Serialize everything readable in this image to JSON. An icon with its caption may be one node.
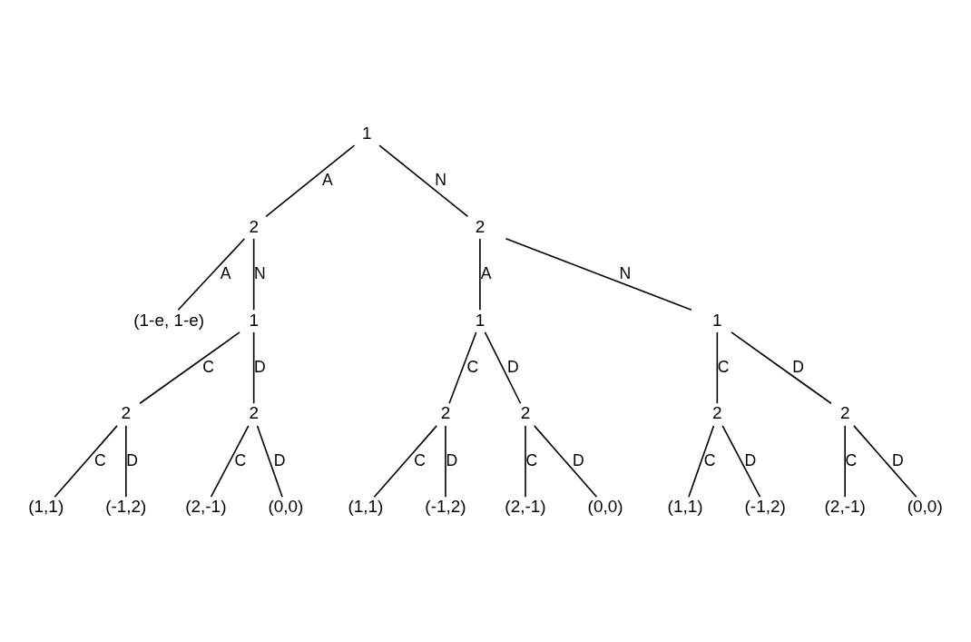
{
  "diagram": {
    "nodes": [
      {
        "text": [
          "1"
        ]
      },
      {
        "text": [
          "2"
        ]
      },
      {
        "text": [
          "2"
        ]
      },
      {
        "text": [
          "(1-e, 1-e)"
        ]
      },
      {
        "text": [
          "1"
        ]
      },
      {
        "text": [
          "1"
        ]
      },
      {
        "text": [
          "1"
        ]
      },
      {
        "text": [
          "2"
        ]
      },
      {
        "text": [
          "2"
        ]
      },
      {
        "text": [
          "2"
        ]
      },
      {
        "text": [
          "2"
        ]
      },
      {
        "text": [
          "2"
        ]
      },
      {
        "text": [
          "2"
        ]
      },
      {
        "text": [
          "(1,1)"
        ]
      },
      {
        "text": [
          "(-1,2)"
        ]
      },
      {
        "text": [
          "(2,-1)"
        ]
      },
      {
        "text": [
          "(0,0)"
        ]
      },
      {
        "text": [
          "(1,1)"
        ]
      },
      {
        "text": [
          "(-1,2)"
        ]
      },
      {
        "text": [
          "(2,-1)"
        ]
      },
      {
        "text": [
          "(0,0)"
        ]
      },
      {
        "text": [
          "(1,1)"
        ]
      },
      {
        "text": [
          "(-1,2)"
        ]
      },
      {
        "text": [
          "(2,-1)"
        ]
      },
      {
        "text": [
          "(0,0)"
        ]
      }
    ],
    "edges": [
      {
        "from": 0,
        "to": 1,
        "arrow": "none",
        "label": "A"
      },
      {
        "from": 0,
        "to": 2,
        "arrow": "none",
        "label": "N"
      },
      {
        "from": 1,
        "to": 3,
        "arrow": "none",
        "label": "A"
      },
      {
        "from": 1,
        "to": 4,
        "arrow": "none",
        "label": "N"
      },
      {
        "from": 2,
        "to": 5,
        "arrow": "none",
        "label": "A"
      },
      {
        "from": 2,
        "to": 6,
        "arrow": "none",
        "label": "N"
      },
      {
        "from": 4,
        "to": 7,
        "arrow": "none",
        "label": "C"
      },
      {
        "from": 4,
        "to": 8,
        "arrow": "none",
        "label": "D"
      },
      {
        "from": 5,
        "to": 9,
        "arrow": "none",
        "label": "C"
      },
      {
        "from": 5,
        "to": 10,
        "arrow": "none",
        "label": "D"
      },
      {
        "from": 6,
        "to": 11,
        "arrow": "none",
        "label": "C"
      },
      {
        "from": 6,
        "to": 12,
        "arrow": "none",
        "label": "D"
      },
      {
        "from": 7,
        "to": 13,
        "arrow": "none",
        "label": "C"
      },
      {
        "from": 7,
        "to": 14,
        "arrow": "none",
        "label": "D"
      },
      {
        "from": 8,
        "to": 15,
        "arrow": "none",
        "label": "C"
      },
      {
        "from": 8,
        "to": 16,
        "arrow": "none",
        "label": "D"
      },
      {
        "from": 9,
        "to": 17,
        "arrow": "none",
        "label": "C"
      },
      {
        "from": 9,
        "to": 18,
        "arrow": "none",
        "label": "D"
      },
      {
        "from": 10,
        "to": 19,
        "arrow": "none",
        "label": "C"
      },
      {
        "from": 10,
        "to": 20,
        "arrow": "none",
        "label": "D"
      },
      {
        "from": 11,
        "to": 21,
        "arrow": "none",
        "label": "C"
      },
      {
        "from": 11,
        "to": 22,
        "arrow": "none",
        "label": "D"
      },
      {
        "from": 12,
        "to": 23,
        "arrow": "none",
        "label": "C"
      },
      {
        "from": 12,
        "to": 24,
        "arrow": "none",
        "label": "D"
      }
    ]
  }
}
